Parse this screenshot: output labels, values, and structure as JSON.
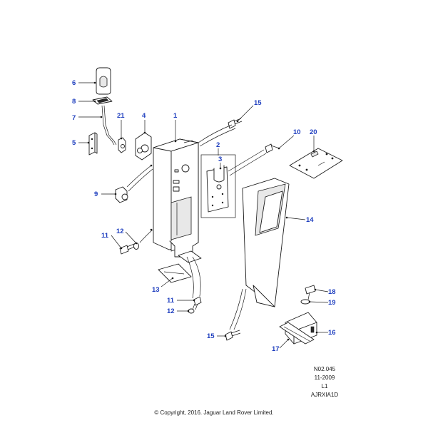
{
  "callouts": {
    "c1": "1",
    "c2": "2",
    "c3": "3",
    "c4": "4",
    "c5": "5",
    "c6": "6",
    "c7": "7",
    "c8": "8",
    "c9": "9",
    "c10": "10",
    "c11a": "11",
    "c11b": "11",
    "c12a": "12",
    "c12b": "12",
    "c13": "13",
    "c14": "14",
    "c15a": "15",
    "c15b": "15",
    "c16": "16",
    "c17": "17",
    "c18": "18",
    "c19": "19",
    "c20": "20",
    "c21": "21"
  },
  "info": {
    "ref": "N02.045",
    "date": "11-2009",
    "level": "L1",
    "code": "AJRXIA1D"
  },
  "copyright": "© Copyright, 2016. Jaguar Land Rover Limited.",
  "colors": {
    "callout": "#1f3fbf",
    "line": "#1a1a1a"
  }
}
